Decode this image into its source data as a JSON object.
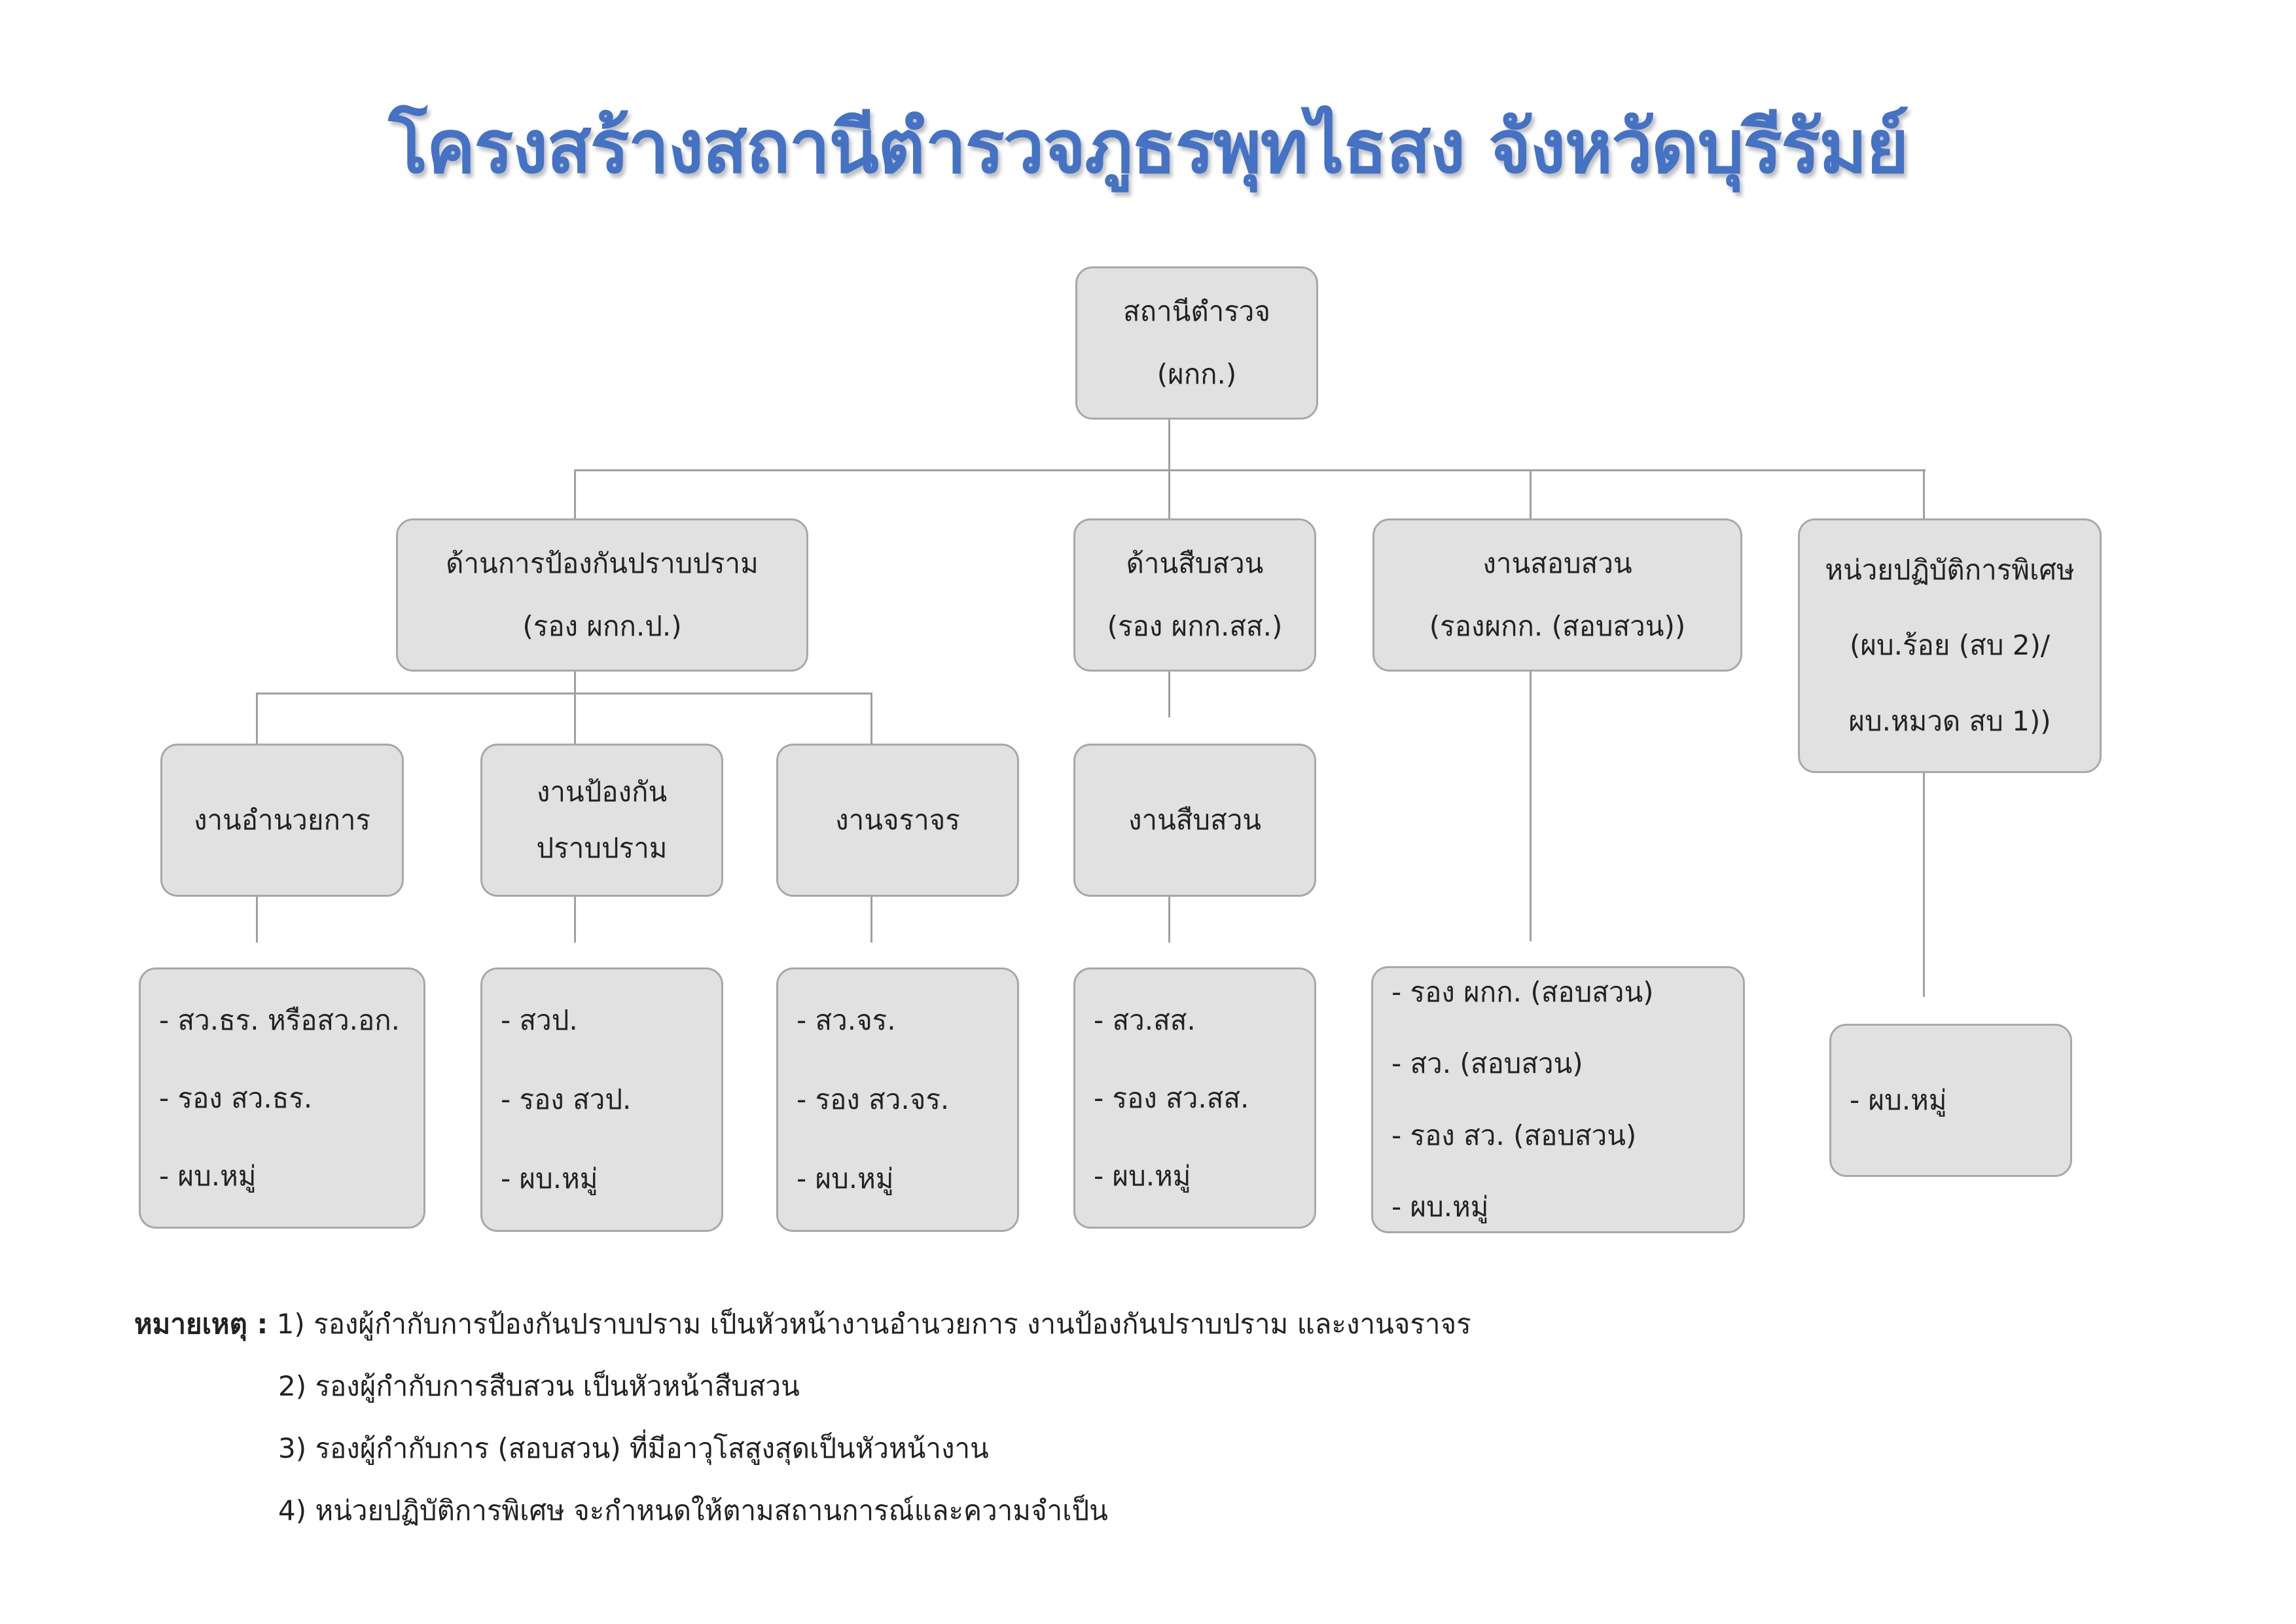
{
  "title": "โครงสร้างสถานีตำรวจภูธรพุทไธสง จังหวัดบุรีรัมย์",
  "root": {
    "line1": "สถานีตำรวจ",
    "line2": "(ผกก.)"
  },
  "level2": [
    {
      "line1": "ด้านการป้องกันปราบปราม",
      "line2": "(รอง ผกก.ป.)"
    },
    {
      "line1": "ด้านสืบสวน",
      "line2": "(รอง ผกก.สส.)"
    },
    {
      "line1": "งานสอบสวน",
      "line2": "(รองผกก. (สอบสวน))"
    },
    {
      "line1": "หน่วยปฏิบัติการพิเศษ",
      "line2": "(ผบ.ร้อย (สบ 2)/",
      "line3": "ผบ.หมวด สบ 1))"
    }
  ],
  "level3": [
    {
      "line1": "งานอำนวยการ"
    },
    {
      "line1": "งานป้องกัน",
      "line2": "ปราบปราม"
    },
    {
      "line1": "งานจราจร"
    },
    {
      "line1": "งานสืบสวน"
    }
  ],
  "level4": [
    {
      "items": [
        "- สว.ธร. หรือสว.อก.",
        "- รอง สว.ธร.",
        "- ผบ.หมู่"
      ]
    },
    {
      "items": [
        "- สวป.",
        "- รอง สวป.",
        "- ผบ.หมู่"
      ]
    },
    {
      "items": [
        "- สว.จร.",
        "- รอง สว.จร.",
        "- ผบ.หมู่"
      ]
    },
    {
      "items": [
        "- สว.สส.",
        "- รอง สว.สส.",
        "- ผบ.หมู่"
      ]
    },
    {
      "items": [
        "- รอง ผกก. (สอบสวน)",
        "- สว. (สอบสวน)",
        "- รอง สว. (สอบสวน)",
        "- ผบ.หมู่"
      ]
    },
    {
      "items": [
        "- ผบ.หมู่"
      ]
    }
  ],
  "notes": {
    "label": "หมายเหตุ :",
    "items": [
      "1) รองผู้กำกับการป้องกันปราบปราม เป็นหัวหน้างานอำนวยการ งานป้องกันปราบปราม และงานจราจร",
      "2) รองผู้กำกับการสืบสวน เป็นหัวหน้าสืบสวน",
      "3) รองผู้กำกับการ (สอบสวน) ที่มีอาวุโสสูงสุดเป็นหัวหน้างาน",
      "4) หน่วยปฏิบัติการพิเศษ จะกำหนดให้ตามสถานการณ์และความจำเป็น"
    ]
  }
}
